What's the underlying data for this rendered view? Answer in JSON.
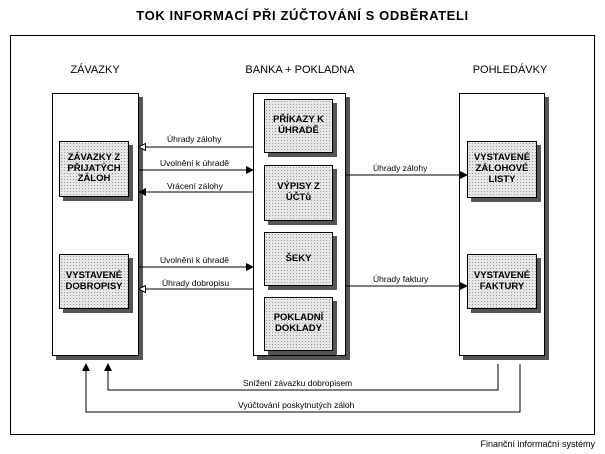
{
  "title": "TOK INFORMACÍ PŘI ZÚČTOVÁNÍ S ODBĚRATELI",
  "columns": {
    "left": "ZÁVAZKY",
    "center": "BANKA + POKLADNA",
    "right": "POHLEDÁVKY"
  },
  "boxes": {
    "zavazky_zalohy": "ZÁVAZKY Z PŘIJATÝCH ZÁLOH",
    "vystavene_dobropisy": "VYSTAVENÉ DOBROPISY",
    "prikazy": "PŘÍKAZY K ÚHRADĚ",
    "vypisy": "VÝPISY Z ÚČTů",
    "seky": "ŠEKY",
    "pokladni_doklady": "POKLADNÍ DOKLADY",
    "zalohove_listy": "VYSTAVENÉ ZÁLOHOVÉ LISTY",
    "faktury": "VYSTAVENÉ FAKTURY"
  },
  "arrows": {
    "uhrady_zalohy_left": "Úhrady zálohy",
    "uvolneni_1": "Uvolnění k úhradě",
    "vraceni_zalohy": "Vrácení zálohy",
    "uvolneni_2": "Uvolnění k úhradě",
    "uhrady_dobropisu": "Úhrady dobropisu",
    "uhrady_zalohy_right": "Úhrady zálohy",
    "uhrady_faktury": "Úhrady faktury",
    "snizeni": "Snížení závazku dobropisem",
    "vyuctovani": "Vyúčtování poskytnutých záloh"
  },
  "footer": "Finanční informační systémy"
}
